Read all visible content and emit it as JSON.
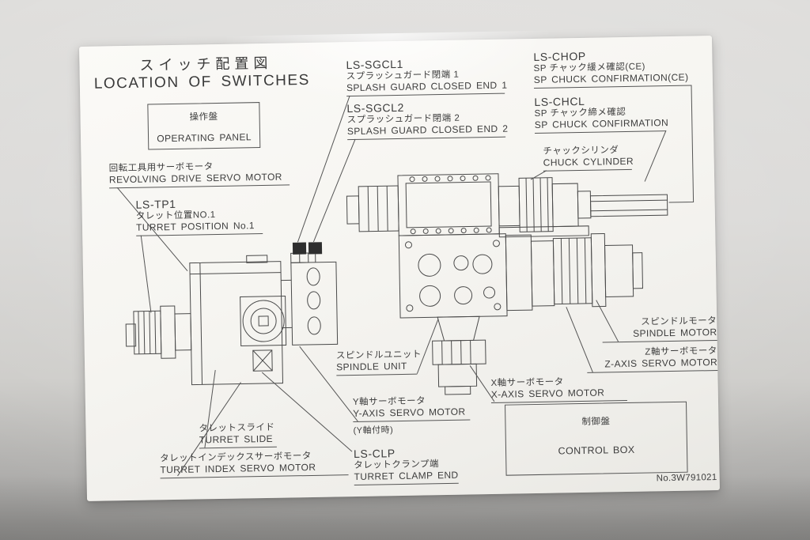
{
  "title": {
    "jp": "スイッチ配置図",
    "en": "LOCATION OF SWITCHES"
  },
  "panels": {
    "operating_panel": {
      "jp": "操作盤",
      "en": "OPERATING PANEL"
    },
    "control_box": {
      "jp": "制御盤",
      "en": "CONTROL BOX"
    }
  },
  "labels": {
    "revolving_drive": {
      "jp": "回転工具用サーボモータ",
      "en": "REVOLVING DRIVE SERVO MOTOR"
    },
    "ls_tp1": {
      "code": "LS-TP1",
      "jp": "タレット位置NO.1",
      "en": "TURRET POSITION No.1"
    },
    "ls_sgcl1": {
      "code": "LS-SGCL1",
      "jp": "スプラッシュガード閉端 1",
      "en": "SPLASH GUARD CLOSED END 1"
    },
    "ls_sgcl2": {
      "code": "LS-SGCL2",
      "jp": "スプラッシュガード閉端 2",
      "en": "SPLASH GUARD CLOSED END 2"
    },
    "ls_chop": {
      "code": "LS-CHOP",
      "jp": "SP チャック緩メ確認(CE)",
      "en": "SP CHUCK CONFIRMATION(CE)"
    },
    "ls_chcl": {
      "code": "LS-CHCL",
      "jp": "SP チャック締メ確認",
      "en": "SP CHUCK CONFIRMATION"
    },
    "chuck_cylinder": {
      "jp": "チャックシリンダ",
      "en": "CHUCK CYLINDER"
    },
    "spindle_motor": {
      "jp": "スピンドルモータ",
      "en": "SPINDLE MOTOR"
    },
    "z_axis": {
      "jp": "Z軸サーボモータ",
      "en": "Z-AXIS SERVO MOTOR"
    },
    "x_axis": {
      "jp": "X軸サーボモータ",
      "en": "X-AXIS SERVO MOTOR"
    },
    "spindle_unit": {
      "jp": "スピンドルユニット",
      "en": "SPINDLE UNIT"
    },
    "y_axis": {
      "jp": "Y軸サーボモータ",
      "en": "Y-AXIS SERVO MOTOR",
      "note": "(Y軸付時)"
    },
    "ls_clp": {
      "code": "LS-CLP",
      "jp": "タレットクランプ端",
      "en": "TURRET CLAMP END"
    },
    "turret_slide": {
      "jp": "タレットスライド",
      "en": "TURRET SLIDE"
    },
    "turret_index": {
      "jp": "タレットインデックスサーボモータ",
      "en": "TURRET INDEX SERVO MOTOR"
    }
  },
  "part_number": "No.3W791021",
  "colors": {
    "ink": "#3d3d3d",
    "line": "#4a4a4a",
    "placard": "#f5f4f0",
    "photo_bg": "#d6d5d3"
  }
}
